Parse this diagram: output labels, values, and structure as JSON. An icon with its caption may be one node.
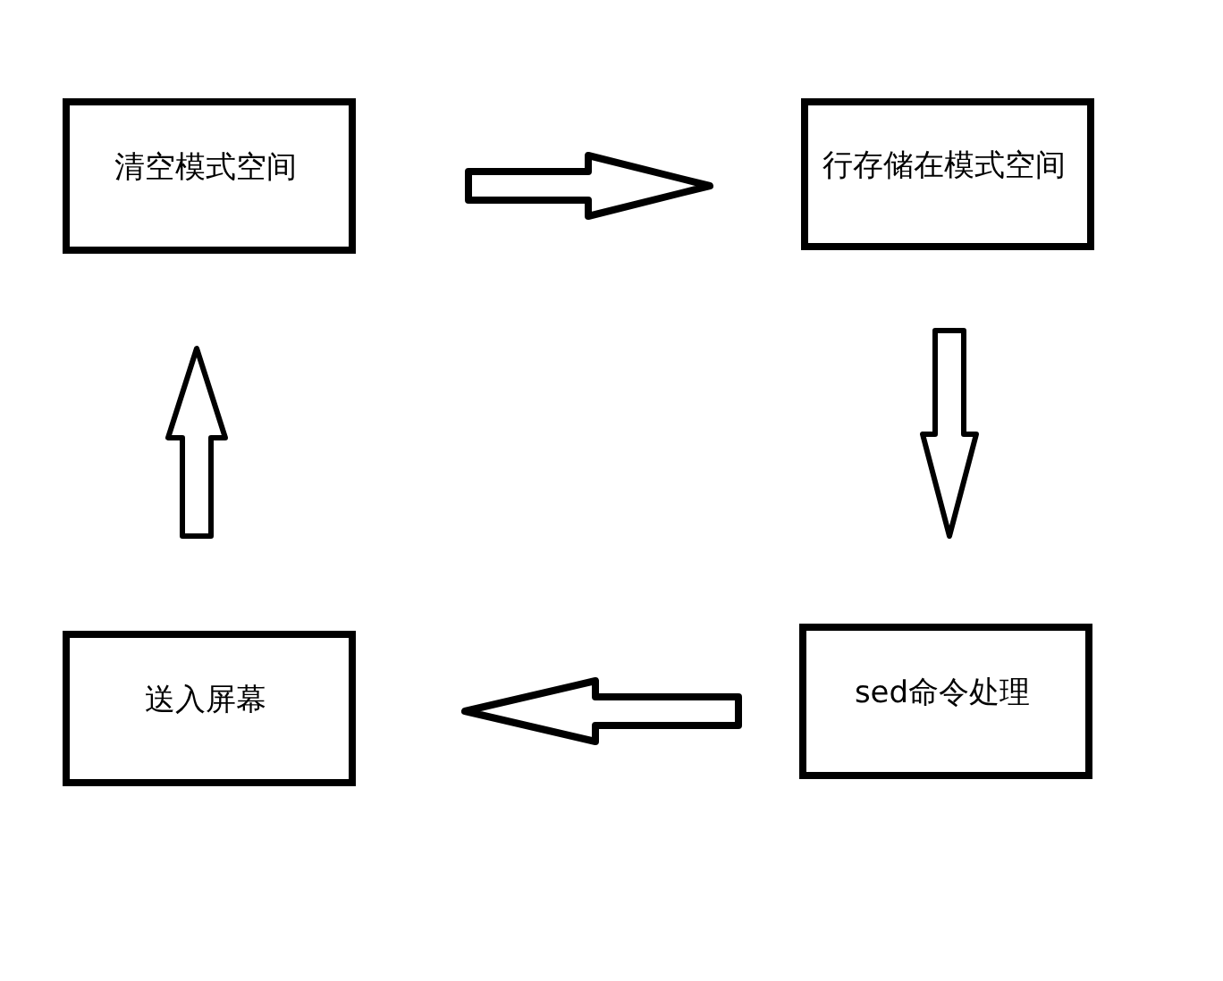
{
  "diagram": {
    "nodes": [
      {
        "text": [
          "清空模式空间"
        ]
      },
      {
        "text": [
          "行存储在模式空间"
        ]
      },
      {
        "text": [
          "sed命令处理"
        ]
      },
      {
        "text": [
          "送入屏幕"
        ]
      }
    ],
    "edges": [
      {
        "from": 0,
        "to": 1,
        "arrow": "to"
      },
      {
        "from": 1,
        "to": 2,
        "arrow": "to"
      },
      {
        "from": 2,
        "to": 3,
        "arrow": "to"
      },
      {
        "from": 3,
        "to": 0,
        "arrow": "to"
      }
    ]
  }
}
